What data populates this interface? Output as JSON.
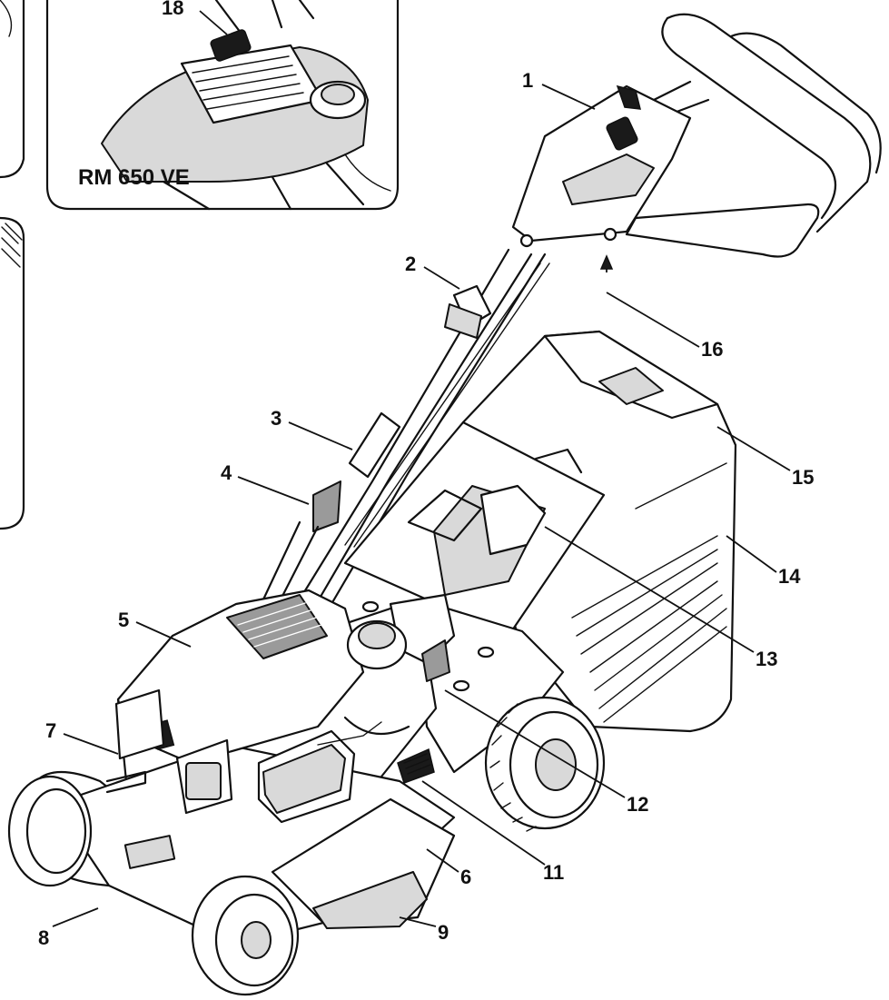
{
  "diagram": {
    "inset_label": "RM 650 VE",
    "callouts": [
      {
        "id": "c1",
        "text": "1"
      },
      {
        "id": "c2",
        "text": "2"
      },
      {
        "id": "c3",
        "text": "3"
      },
      {
        "id": "c4",
        "text": "4"
      },
      {
        "id": "c5",
        "text": "5"
      },
      {
        "id": "c6",
        "text": "6"
      },
      {
        "id": "c7",
        "text": "7"
      },
      {
        "id": "c8",
        "text": "8"
      },
      {
        "id": "c9",
        "text": "9"
      },
      {
        "id": "c11",
        "text": "11"
      },
      {
        "id": "c12",
        "text": "12"
      },
      {
        "id": "c13",
        "text": "13"
      },
      {
        "id": "c14",
        "text": "14"
      },
      {
        "id": "c15",
        "text": "15"
      },
      {
        "id": "c16",
        "text": "16"
      },
      {
        "id": "c18",
        "text": "18"
      }
    ]
  }
}
